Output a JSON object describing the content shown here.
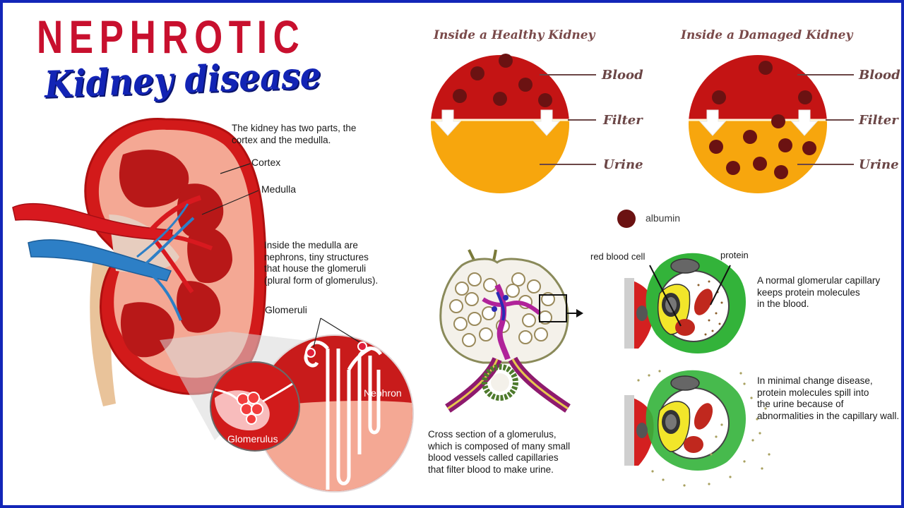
{
  "header": {
    "title": "NEPHROTIC",
    "subtitle": "Kidney disease"
  },
  "kidney": {
    "intro": "The kidney has two parts, the\ncortex and the medulla.",
    "label_cortex": "Cortex",
    "label_medulla": "Medulla",
    "medulla_text": "Inside the medulla are\nnephrons, tiny structures\nthat house the glomeruli\n(plural form of glomerulus).",
    "label_glomeruli": "Glomeruli",
    "label_nephron": "Nephron",
    "label_glomerulus": "Glomerulus"
  },
  "healthy": {
    "title": "Inside a Healthy Kidney",
    "label_blood": "Blood",
    "label_filter": "Filter",
    "label_urine": "Urine"
  },
  "damaged": {
    "title": "Inside a Damaged Kidney",
    "label_blood": "Blood",
    "label_filter": "Filter",
    "label_urine": "Urine"
  },
  "legend": {
    "albumin": "albumin"
  },
  "cross_section": {
    "caption": "Cross section of a glomerulus,\nwhich is composed of many small\nblood vessels called capillaries\nthat filter blood to make urine."
  },
  "capillary": {
    "label_rbc": "red blood cell",
    "label_protein": "protein",
    "normal_text": "A normal glomerular capillary\nkeeps protein molecules\nin the blood.",
    "disease_text": "In minimal change disease,\nprotein molecules spill into\nthe urine because of\nabnormalities in the capillary wall."
  },
  "colors": {
    "title_red": "#c8102e",
    "title_blue": "#1224b5",
    "border_blue": "#1326b8",
    "blood_red": "#c41414",
    "urine_orange": "#f7a60d",
    "albumin_dark": "#6b1212"
  }
}
